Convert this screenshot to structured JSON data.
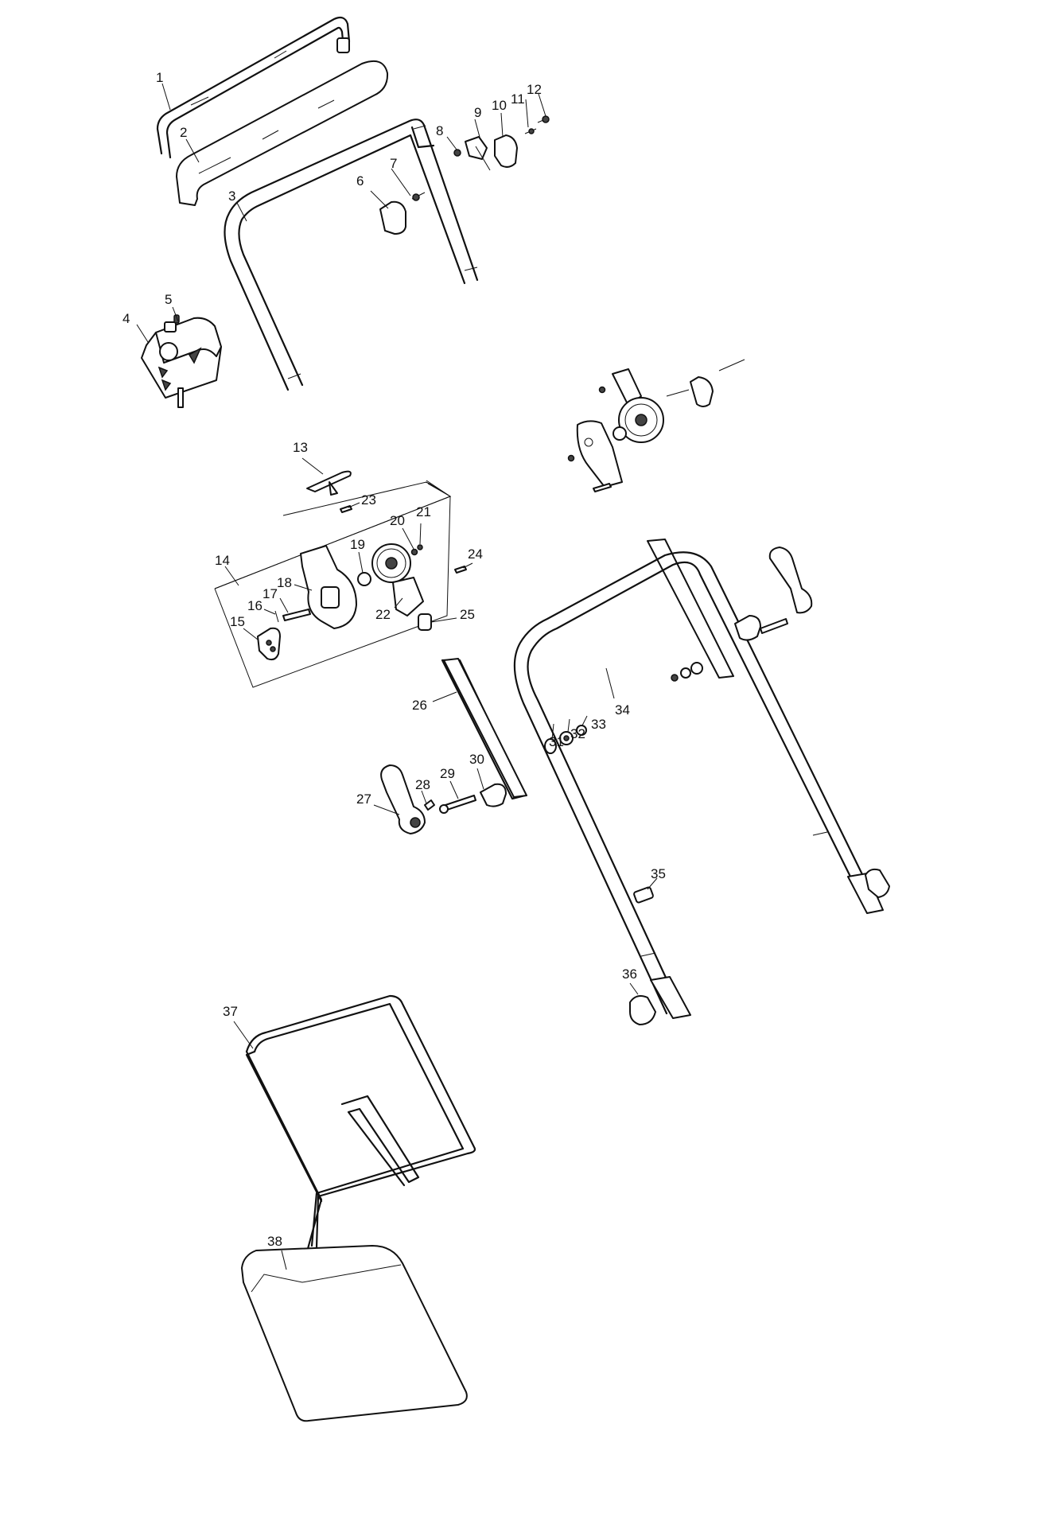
{
  "callouts": [
    "1",
    "2",
    "3",
    "4",
    "5",
    "6",
    "7",
    "8",
    "9",
    "10",
    "11",
    "12",
    "13",
    "14",
    "15",
    "16",
    "17",
    "18",
    "19",
    "20",
    "21",
    "22",
    "23",
    "24",
    "25",
    "26",
    "27",
    "28",
    "29",
    "30",
    "31",
    "32",
    "33",
    "34",
    "35",
    "36",
    "37",
    "38"
  ]
}
